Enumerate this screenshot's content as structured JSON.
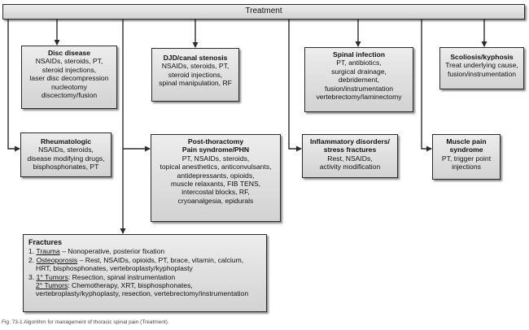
{
  "treatment": "Treatment",
  "boxes": {
    "disc": {
      "title": "Disc disease",
      "lines": [
        "NSAIDs, steroids, PT,",
        "steroid injections,",
        "laser disc decompression",
        "nucleotomy",
        "discectomy/fusion"
      ]
    },
    "djd": {
      "title": "DJD/canal stenosis",
      "lines": [
        "NSAIDs, steroids, PT,",
        "steroid injections,",
        "spinal manipulation, RF"
      ]
    },
    "spinal_infection": {
      "title": "Spinal infection",
      "lines": [
        "PT, antibiotics,",
        "surgical drainage,",
        "debridement,",
        "fusion/instrumentation",
        "vertebrectomy/laminectomy"
      ]
    },
    "scoliosis": {
      "title": "Scoliosis/kyphosis",
      "lines": [
        "Treat underlying cause,",
        "fusion/instrumentation"
      ]
    },
    "rheumatologic": {
      "title": "Rheumatologic",
      "lines": [
        "NSAIDs, steroids,",
        "disease modifying drugs,",
        "bisphosphonates, PT"
      ]
    },
    "post_thoracotomy": {
      "title_lines": [
        "Post-thoractomy",
        "Pain syndrome/PHN"
      ],
      "lines": [
        "PT, NSAIDs, steroids,",
        "topical anesthetics, anticonvulsants,",
        "antidepressants, opioids,",
        "muscle relaxants, FIB TENS,",
        "intercostal blocks, RF,",
        "cryoanalgesia, epidurals"
      ]
    },
    "inflammatory": {
      "title_lines": [
        "Inflammatory disorders/",
        "stress fractures"
      ],
      "lines": [
        "Rest, NSAIDs,",
        "activity modification"
      ]
    },
    "muscle_pain": {
      "title_lines": [
        "Muscle pain",
        "syndrome"
      ],
      "lines": [
        "PT, trigger point",
        "injections"
      ]
    },
    "fractures": {
      "title": "Fractures",
      "item1_num": "1.",
      "item1_term": "Trauma",
      "item1_rest": " – Nonoperative, posterior fixation",
      "item2_num": "2.",
      "item2_term": "Osteoporosis",
      "item2_rest": " – Rest, NSAIDs, opioids, PT, brace, vitamin, calcium,",
      "item2_cont": "HRT, bisphosphonates, vertebroplasty/kyphoplasty",
      "item3_num": "3.",
      "item3_term": "1° Tumors",
      "item3_rest": ": Resection, spinal instrumentation",
      "item3b_term": "2° Tumors",
      "item3b_rest": ": Chemotherapy, XRT, bisphosphonates,",
      "item3b_cont": "vertebroplasty/kyphoplasty, resection, vertebrectomy/instrumentation"
    }
  },
  "caption": "Fig. 73-1 Algorithm for management of thoracic spinal pain (Treatment)."
}
